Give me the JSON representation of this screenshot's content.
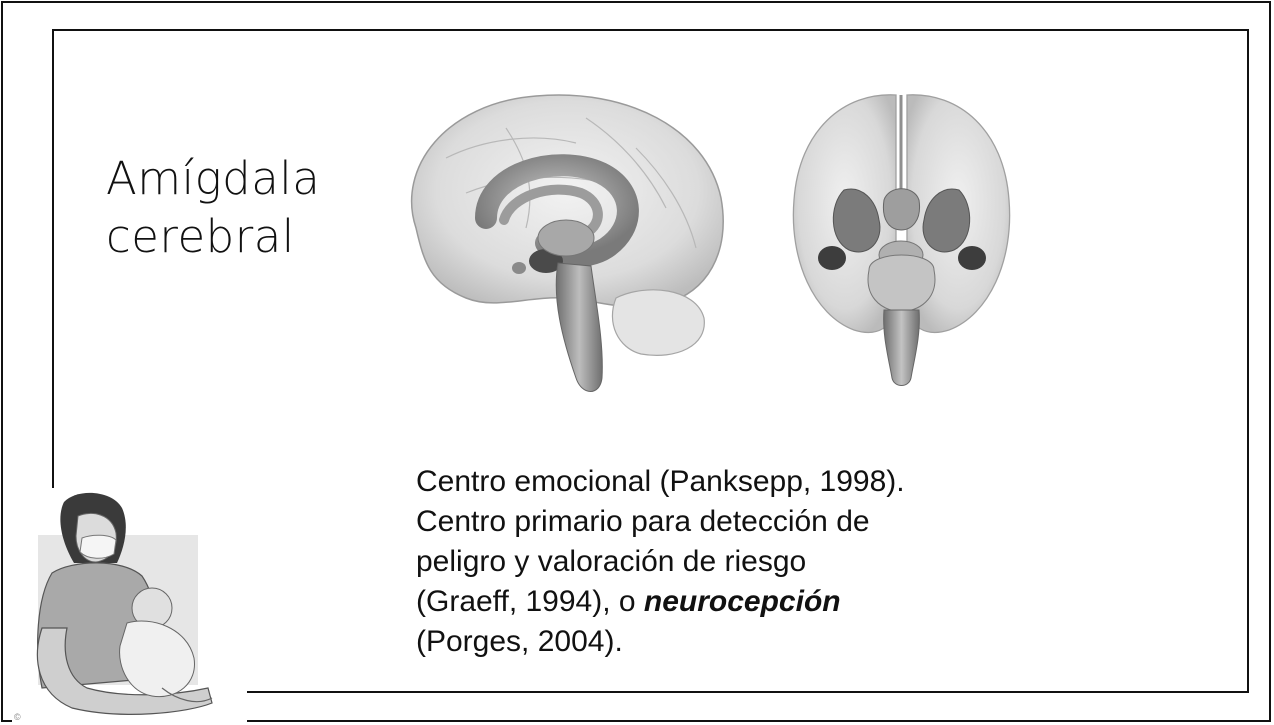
{
  "slide": {
    "title_lines": [
      "Amígdala",
      "cerebral"
    ],
    "body": {
      "line1": "Centro emocional (Panksepp, 1998).",
      "line2": "Centro primario para detección de",
      "line3": "peligro y valoración de riesgo",
      "line4_before": "(Graeff, 1994), o ",
      "line4_emphasis": "neurocepción",
      "line5": "(Porges, 2004)."
    }
  },
  "images": {
    "brain_lateral": "brain-lateral-view-illustration",
    "brain_frontal": "brain-frontal-view-illustration",
    "mother_baby": "breastfeeding-mother-illustration"
  }
}
